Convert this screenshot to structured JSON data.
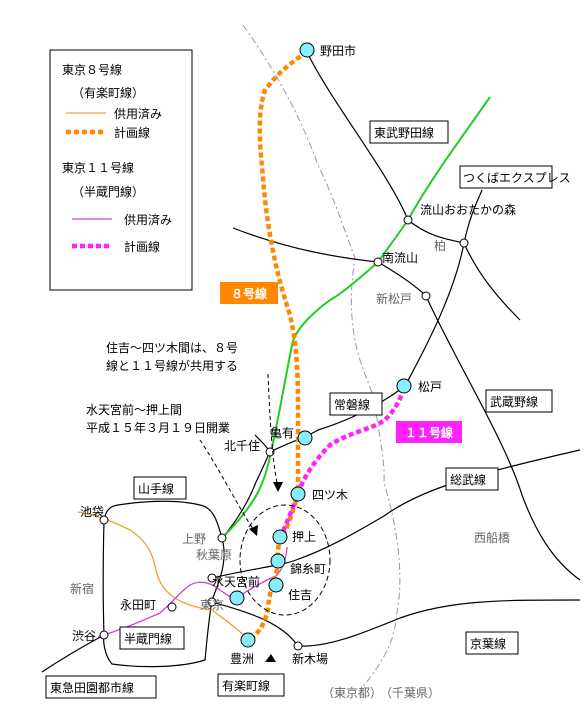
{
  "colors": {
    "line8_open": "#f0a030",
    "line8_plan": "#ff8800",
    "line11_open": "#cc44cc",
    "line11_plan": "#ff22ff",
    "tsukuba": "#22cc22",
    "station_fill": "#88eeff",
    "badge8": "#ff8800",
    "badge11": "#ff22ff",
    "rail": "#000000",
    "pref_border": "#999999"
  },
  "legend": {
    "line8_title": "東京８号線",
    "line8_sub": "（有楽町線）",
    "line8_open": "供用済み",
    "line8_plan": "計画線",
    "line11_title": "東京１１号線",
    "line11_sub": "（半蔵門線）",
    "line11_open": "供用済み",
    "line11_plan": "計画線"
  },
  "badges": {
    "line8": "８号線",
    "line11": "１１号線"
  },
  "boxed_labels": {
    "tobu_noda": "東武野田線",
    "tsukuba_express": "つくばエクスプレス",
    "joban": "常磐線",
    "musashino": "武蔵野線",
    "sobu": "総武線",
    "keiyo": "京葉線",
    "yamanote": "山手線",
    "hanzomon": "半蔵門線",
    "yurakucho": "有楽町線",
    "denentoshi": "東急田園都市線"
  },
  "stations": {
    "noda": "野田市",
    "nagareyama_otaka": "流山おおたかの森",
    "minami_nagareyama": "南流山",
    "kashiwa": "柏",
    "shin_matsudo": "新松戸",
    "matsudo": "松戸",
    "kameari": "亀有",
    "kita_senju": "北千住",
    "yotsugi": "四ツ木",
    "oshiage": "押上",
    "kinshicho": "錦糸町",
    "sumiyoshi": "住吉",
    "suitengumae": "水天宮前",
    "toyosu": "豊洲",
    "shinkiba": "新木場",
    "ueno": "上野",
    "akihabara": "秋葉原",
    "tokyo": "東京",
    "nagatacho": "永田町",
    "shibuya": "渋谷",
    "shinjuku": "新宿",
    "ikebukuro": "池袋",
    "nishi_funabashi": "西船橋"
  },
  "notes": {
    "shared_1": "住吉～四ツ木間は、８号",
    "shared_2": "線と１１号線が共用する",
    "opening_1": "水天宮前～押上間",
    "opening_2": "平成１５年３月１９日開業"
  },
  "prefectures": {
    "tokyo": "（東京都）",
    "chiba": "（千葉県）"
  }
}
